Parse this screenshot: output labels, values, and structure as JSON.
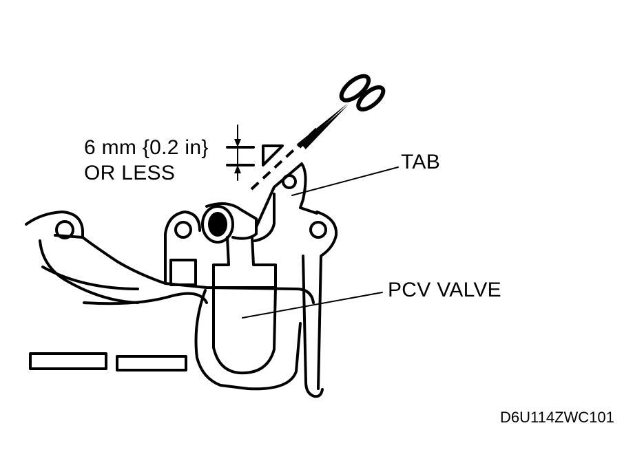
{
  "labels": {
    "dim_line1": "6 mm {0.2 in}",
    "dim_line2": "OR LESS",
    "tab": "TAB",
    "pcv_valve": "PCV VALVE",
    "figure_code": "D6U114ZWC101"
  },
  "icons": {
    "cut_tool": "scissors-icon"
  }
}
